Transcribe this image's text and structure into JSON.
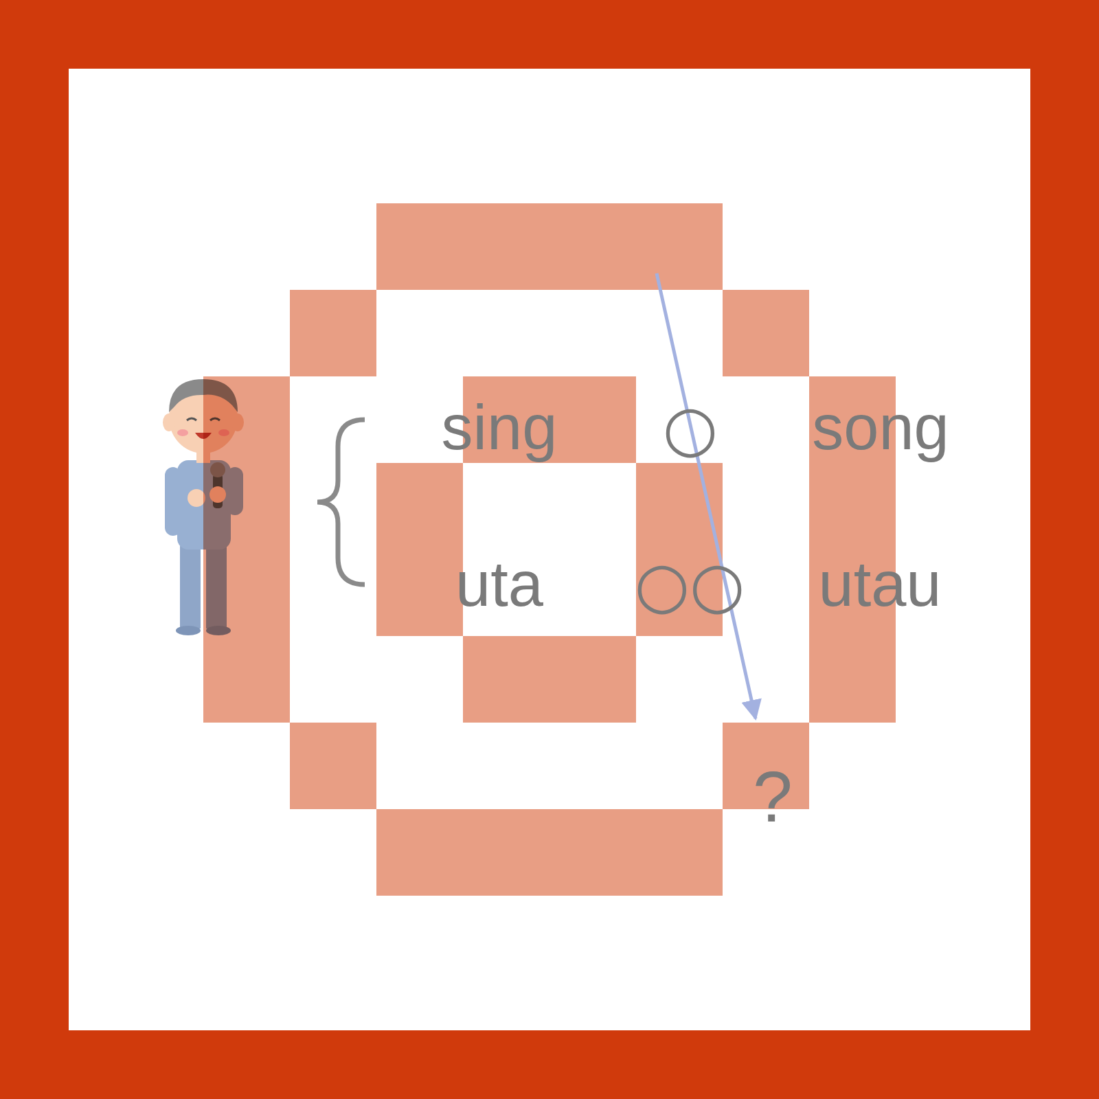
{
  "diagram": {
    "labels": [
      "sing",
      "○",
      "song",
      "uta",
      "○○",
      "utau",
      "?"
    ]
  }
}
